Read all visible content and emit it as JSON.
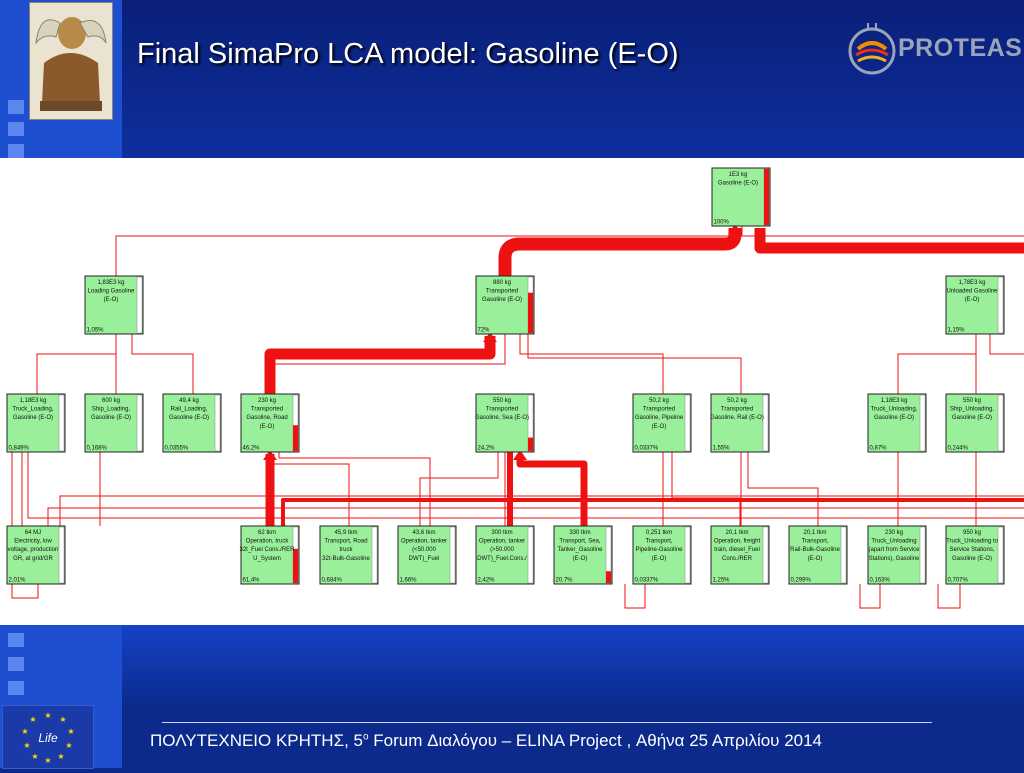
{
  "slide": {
    "title": "Final SimaPro LCA model: Gasoline (E-O)",
    "logo_text": "PROTEAS",
    "footer_pre": "ΠΟΛΥΤΕΧΝΕΙΟ ΚΡΗΤΗΣ, 5",
    "footer_sup": "ο",
    "footer_post": "  Forum Διαλόγου – ELINA Project , Αθήνα 25 Απριλίου 2014",
    "eu_logo_text": "Life"
  },
  "colors": {
    "flow": "#ee1111",
    "node_fill": "#9af09a",
    "node_border": "#222222"
  },
  "nodes": [
    {
      "id": "gasoline",
      "lines": [
        "1E3 kg",
        "Gasoline (E-O)"
      ],
      "pct": "100%",
      "fill": 1.0
    },
    {
      "id": "loading",
      "lines": [
        "1,83E3 kg",
        "Loading Gasoline",
        "(E-O)"
      ],
      "pct": "1,05%",
      "fill": 0.0
    },
    {
      "id": "transported",
      "lines": [
        "880 kg",
        "Transported",
        "Gasoline (E-O)"
      ],
      "pct": "72%",
      "fill": 0.72
    },
    {
      "id": "unloaded",
      "lines": [
        "1,78E3 kg",
        "Unloaded Gasoline",
        "(E-O)"
      ],
      "pct": "1,15%",
      "fill": 0.0
    },
    {
      "id": "truck-loading",
      "lines": [
        "1,18E3 kg",
        "Truck_Loading,",
        "Gasoline (E-O)"
      ],
      "pct": "0,849%",
      "fill": 0.0
    },
    {
      "id": "ship-loading",
      "lines": [
        "600 kg",
        "Ship_Loading,",
        "Gasoline (E-O)"
      ],
      "pct": "0,168%",
      "fill": 0.0
    },
    {
      "id": "rail-loading",
      "lines": [
        "49,4 kg",
        "Rail_Loading,",
        "Gasoline (E-O)"
      ],
      "pct": "0,0355%",
      "fill": 0.0
    },
    {
      "id": "transported-road",
      "lines": [
        "230 kg",
        "Transported",
        "Gasoline, Road",
        "(E-O)"
      ],
      "pct": "46,2%",
      "fill": 0.46
    },
    {
      "id": "transported-sea",
      "lines": [
        "550 kg",
        "Transported",
        "Gasoline, Sea (E-O)"
      ],
      "pct": "24,2%",
      "fill": 0.24
    },
    {
      "id": "transported-pipeline",
      "lines": [
        "50,2 kg",
        "Transported",
        "Gasoline, Pipeline",
        "(E-O)"
      ],
      "pct": "0,0337%",
      "fill": 0.0
    },
    {
      "id": "transported-rail",
      "lines": [
        "50,2 kg",
        "Transported",
        "Gasoline, Rail (E-O)"
      ],
      "pct": "1,55%",
      "fill": 0.0
    },
    {
      "id": "truck-unloading",
      "lines": [
        "1,18E3 kg",
        "Truck_Unloading,",
        "Gasoline (E-O)"
      ],
      "pct": "0,87%",
      "fill": 0.0
    },
    {
      "id": "ship-unloading",
      "lines": [
        "550 kg",
        "Ship_Unloading,",
        "Gasoline (E-O)"
      ],
      "pct": "0,244%",
      "fill": 0.0
    },
    {
      "id": "electricity",
      "lines": [
        "64 MJ",
        "Electricity, low",
        "voltage, production",
        "GR, at grid/GR"
      ],
      "pct": "2,01%",
      "fill": 0.0
    },
    {
      "id": "truck-operation",
      "lines": [
        "62 tkm",
        "Operation, truck",
        "32t_Fuel Cons./RER",
        "U_System"
      ],
      "pct": "61,4%",
      "fill": 0.61
    },
    {
      "id": "road-truck",
      "lines": [
        "45,9 tkm",
        "Transport, Road",
        "truck",
        "32t-Bulk-Gasoline"
      ],
      "pct": "0,684%",
      "fill": 0.0
    },
    {
      "id": "tanker-small",
      "lines": [
        "43,6 tkm",
        "Operation, tanker",
        "(<50.000",
        "DWT)_Fuel"
      ],
      "pct": "1,66%",
      "fill": 0.0
    },
    {
      "id": "tanker-large",
      "lines": [
        "300 tkm",
        "Operation, tanker",
        "(>50.000",
        "DWT)_Fuel.Cons./"
      ],
      "pct": "2,42%",
      "fill": 0.0
    },
    {
      "id": "sea-tanker",
      "lines": [
        "330 tkm",
        "Transport, Sea,",
        "Tanker_Gasoline",
        "(E-O)"
      ],
      "pct": "20,7%",
      "fill": 0.21
    },
    {
      "id": "pipeline",
      "lines": [
        "0,251 tkm",
        "Transport,",
        "Pipeline-Gasoline",
        "(E-O)"
      ],
      "pct": "0,0337%",
      "fill": 0.0
    },
    {
      "id": "freight-train",
      "lines": [
        "20,1 tkm",
        "Operation, freight",
        "train, diesel_Fuel",
        "Cons./RER"
      ],
      "pct": "1,25%",
      "fill": 0.0
    },
    {
      "id": "rail-bulk",
      "lines": [
        "20,1 tkm",
        "Transport,",
        "Rail-Bulk-Gasoline",
        "(E-O)"
      ],
      "pct": "0,299%",
      "fill": 0.0
    },
    {
      "id": "truck-unloading-svc",
      "lines": [
        "230 kg",
        "Truck_Unloading",
        "(apart from Service",
        "Stations), Gasoline"
      ],
      "pct": "0,163%",
      "fill": 0.0
    },
    {
      "id": "truck-unloading-stations",
      "lines": [
        "950 kg",
        "Truck_Unloading to",
        "Service Stations,",
        "Gasoline (E-O)"
      ],
      "pct": "0,707%",
      "fill": 0.0
    }
  ]
}
